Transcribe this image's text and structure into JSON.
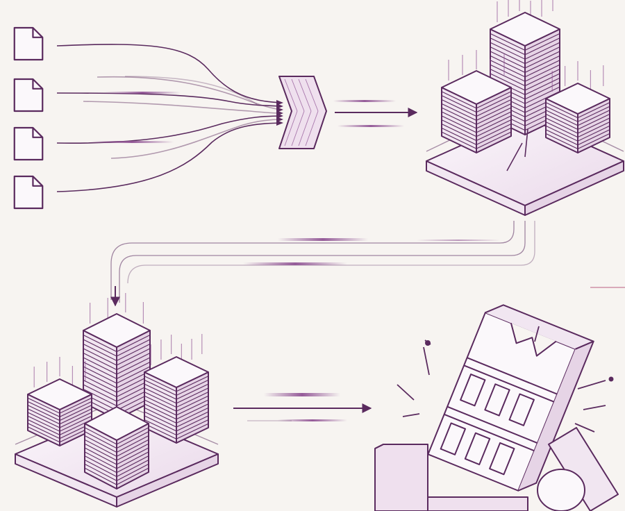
{
  "diagram": {
    "style": "isometric line illustration, no printed text",
    "colors": {
      "background": "#f7f4f1",
      "ink": "#5a2a5e",
      "accent": "#8a4a8f",
      "tint": "#e6d4e6",
      "tint_light": "#f1e6f1"
    },
    "nodes": [
      {
        "name": "source-documents",
        "kind": "documents",
        "count": 4,
        "icon": "document-icon"
      },
      {
        "name": "merge-chevron",
        "kind": "processor",
        "icon": "chevron-icon"
      },
      {
        "name": "city-cluster-top",
        "kind": "server-stacks",
        "count": 3,
        "icon": "server-stack-icon"
      },
      {
        "name": "city-cluster-bottom",
        "kind": "server-stacks",
        "count": 4,
        "icon": "server-stack-icon"
      },
      {
        "name": "collapsing-building",
        "kind": "failure",
        "icon": "broken-building-icon"
      }
    ],
    "flows": [
      {
        "from": "source-documents",
        "to": "merge-chevron",
        "lines": 8
      },
      {
        "from": "merge-chevron",
        "to": "city-cluster-top"
      },
      {
        "from": "city-cluster-top",
        "to": "city-cluster-bottom",
        "route": "return-loop"
      },
      {
        "from": "city-cluster-bottom",
        "to": "collapsing-building"
      }
    ]
  }
}
